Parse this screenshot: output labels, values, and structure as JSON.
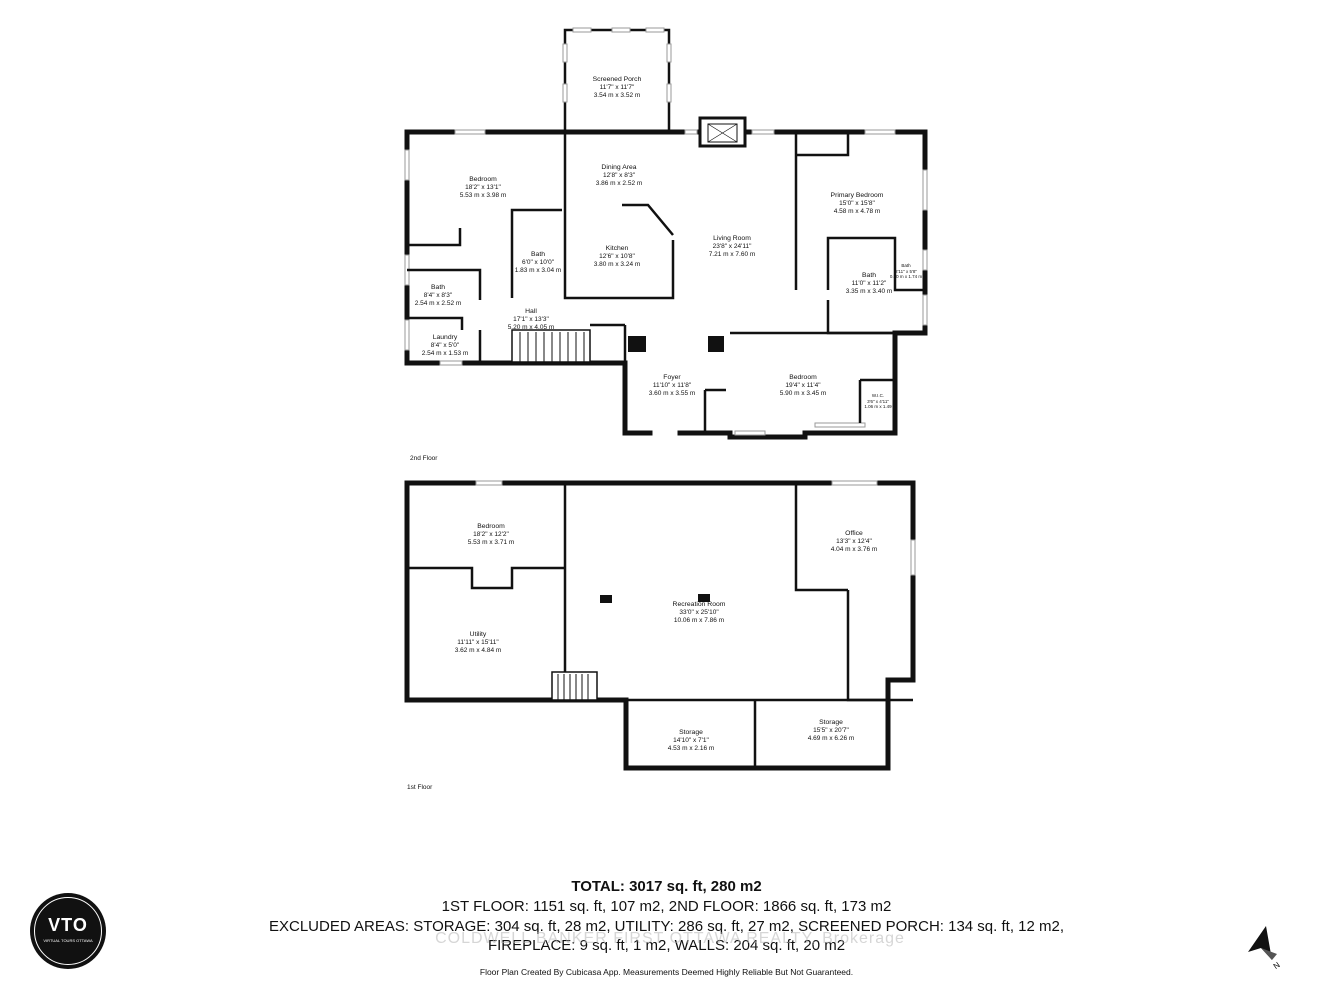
{
  "floor2": {
    "label": "2nd Floor",
    "rooms": {
      "screened_porch": {
        "name": "Screened Porch",
        "imperial": "11'7\" x 11'7\"",
        "metric": "3.54 m x 3.52 m"
      },
      "dining": {
        "name": "Dining Area",
        "imperial": "12'8\" x 8'3\"",
        "metric": "3.86 m x 2.52 m"
      },
      "bedroom_nw": {
        "name": "Bedroom",
        "imperial": "18'2\" x 13'1\"",
        "metric": "5.53 m x 3.98 m"
      },
      "kitchen": {
        "name": "Kitchen",
        "imperial": "12'6\" x 10'8\"",
        "metric": "3.80 m x 3.24 m"
      },
      "bath_center": {
        "name": "Bath",
        "imperial": "6'0\" x 10'0\"",
        "metric": "1.83 m x 3.04 m"
      },
      "living": {
        "name": "Living Room",
        "imperial": "23'8\" x 24'11\"",
        "metric": "7.21 m x 7.60 m"
      },
      "primary_bedroom": {
        "name": "Primary Bedroom",
        "imperial": "15'0\" x 15'8\"",
        "metric": "4.58 m x 4.78 m"
      },
      "bath_ensuite": {
        "name": "Bath",
        "imperial": "11'0\" x 11'2\"",
        "metric": "3.35 m x 3.40 m"
      },
      "bath_small": {
        "name": "Bath",
        "imperial": "2'11\" x 5'8\"",
        "metric": "0.90 m x 1.74 m"
      },
      "bath_west": {
        "name": "Bath",
        "imperial": "8'4\" x 8'3\"",
        "metric": "2.54 m x 2.52 m"
      },
      "hall": {
        "name": "Hall",
        "imperial": "17'1\" x 13'3\"",
        "metric": "5.20 m x 4.05 m"
      },
      "laundry": {
        "name": "Laundry",
        "imperial": "8'4\" x 5'0\"",
        "metric": "2.54 m x 1.53 m"
      },
      "foyer": {
        "name": "Foyer",
        "imperial": "11'10\" x 11'8\"",
        "metric": "3.60 m x 3.55 m"
      },
      "bedroom_se": {
        "name": "Bedroom",
        "imperial": "19'4\" x 11'4\"",
        "metric": "5.90 m x 3.45 m"
      },
      "wic": {
        "name": "W.I.C.",
        "imperial": "3'6\" x 4'11\"",
        "metric": "1.06 m x 1.49"
      }
    }
  },
  "floor1": {
    "label": "1st Floor",
    "rooms": {
      "bedroom": {
        "name": "Bedroom",
        "imperial": "18'2\" x 12'2\"",
        "metric": "5.53 m x 3.71 m"
      },
      "office": {
        "name": "Office",
        "imperial": "13'3\" x 12'4\"",
        "metric": "4.04 m x 3.76 m"
      },
      "recreation": {
        "name": "Recreation Room",
        "imperial": "33'0\" x 25'10\"",
        "metric": "10.06 m x 7.86 m"
      },
      "utility": {
        "name": "Utility",
        "imperial": "11'11\" x 15'11\"",
        "metric": "3.62 m x 4.84 m"
      },
      "storage_a": {
        "name": "Storage",
        "imperial": "14'10\" x 7'1\"",
        "metric": "4.53 m x 2.16 m"
      },
      "storage_b": {
        "name": "Storage",
        "imperial": "15'5\" x 20'7\"",
        "metric": "4.69 m x 6.26 m"
      }
    }
  },
  "summary": {
    "total": "TOTAL: 3017 sq. ft, 280 m2",
    "floors": "1ST FLOOR: 1151 sq. ft, 107 m2, 2ND FLOOR: 1866 sq. ft, 173 m2",
    "excluded": "EXCLUDED AREAS: STORAGE: 304 sq. ft, 28 m2, UTILITY: 286 sq. ft, 27 m2, SCREENED PORCH: 134 sq. ft, 12 m2,",
    "excluded2": "FIREPLACE: 9 sq. ft, 1 m2, WALLS: 204 sq. ft, 20 m2"
  },
  "watermark": "COLDWELL BANKER FIRST OTTAWA REALTY, Brokerage",
  "disclaimer": "Floor Plan Created By Cubicasa App. Measurements Deemed Highly Reliable But Not Guaranteed.",
  "logo": {
    "text": "VTO",
    "subtext": "VIRTUAL TOURS OTTAWA"
  },
  "compass": {
    "label": "N",
    "icon": "north-arrow-icon"
  }
}
